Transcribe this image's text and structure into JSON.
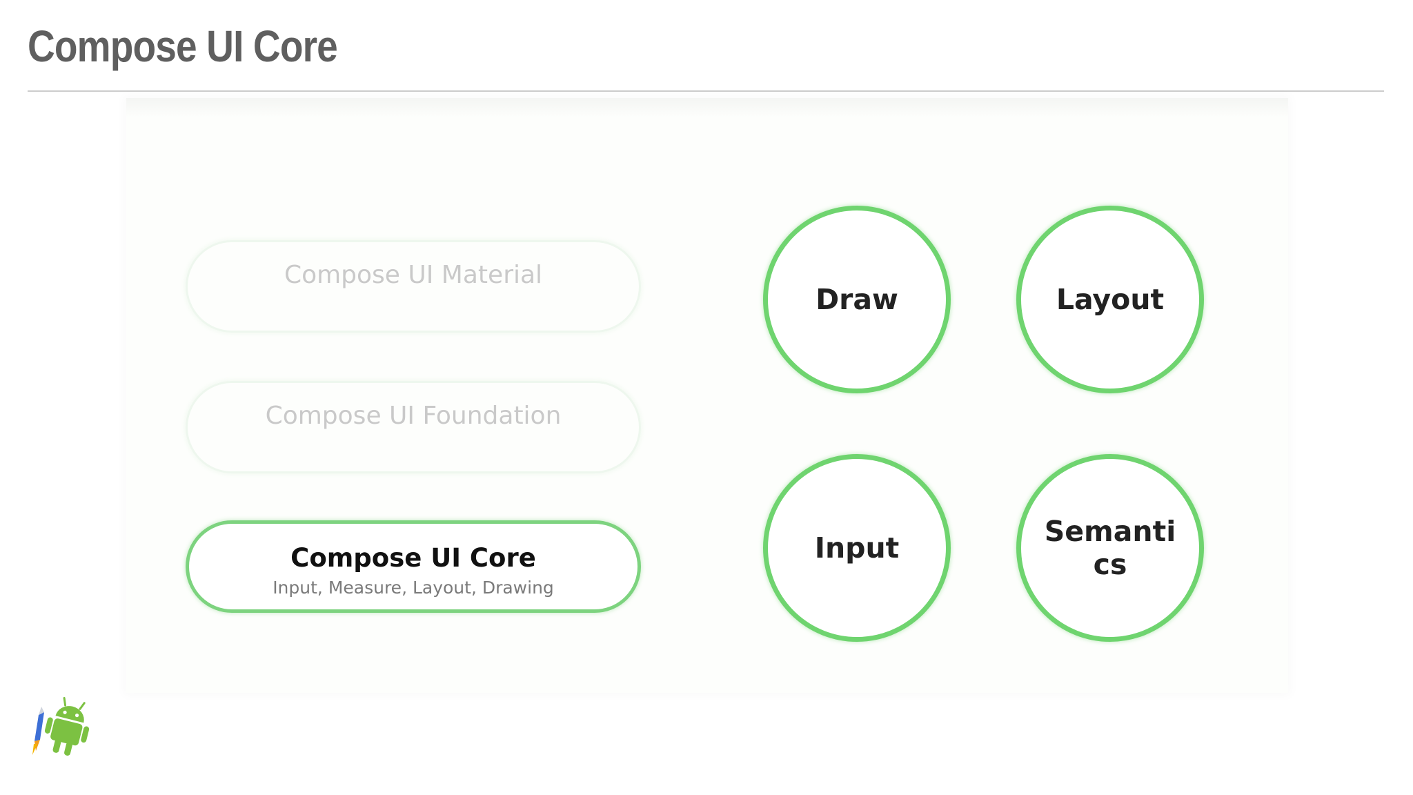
{
  "slide": {
    "title": "Compose UI Core"
  },
  "diagram": {
    "layers": [
      {
        "name": "Compose UI Material",
        "subtitle": "",
        "state": "faded"
      },
      {
        "name": "Compose UI Foundation",
        "subtitle": "",
        "state": "faded"
      },
      {
        "name": "Compose UI Core",
        "subtitle": "Input, Measure, Layout, Drawing",
        "state": "highlighted"
      }
    ],
    "capabilities": [
      {
        "label": "Draw"
      },
      {
        "label": "Layout"
      },
      {
        "label": "Input"
      },
      {
        "label": "Semantics"
      }
    ]
  },
  "colors": {
    "accent_green": "#6fd46f",
    "title_gray": "#5f5f5f",
    "android_green": "#7cc142"
  },
  "logo": {
    "icon": "android-jetpack-compose-logo-icon"
  }
}
